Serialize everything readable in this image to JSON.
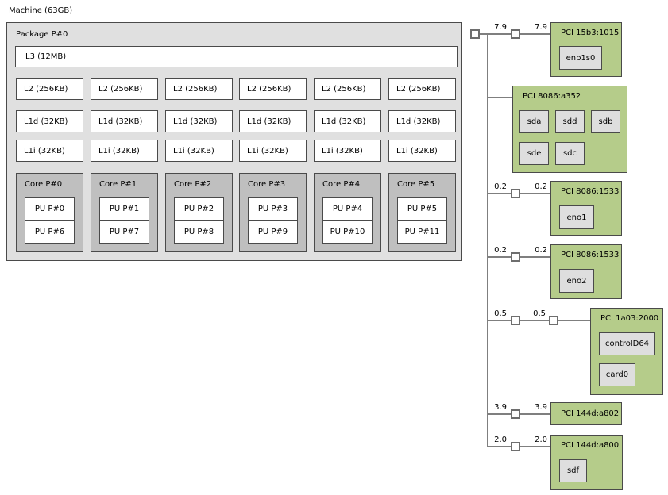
{
  "colors": {
    "pci_green": "#b5cc8a",
    "package_gray": "#e0e0e0",
    "core_gray": "#bfbfbf",
    "device_gray": "#dedede",
    "box_white": "#ffffff",
    "border_dark": "#4a4a4a",
    "line_gray": "#7f7f7f"
  },
  "machine": {
    "label": "Machine (63GB)"
  },
  "package": {
    "label": "Package P#0",
    "l3": "L3 (12MB)",
    "columns": [
      {
        "l2": "L2 (256KB)",
        "l1d": "L1d (32KB)",
        "l1i": "L1i (32KB)",
        "core": "Core P#0",
        "pu0": "PU P#0",
        "pu1": "PU P#6"
      },
      {
        "l2": "L2 (256KB)",
        "l1d": "L1d (32KB)",
        "l1i": "L1i (32KB)",
        "core": "Core P#1",
        "pu0": "PU P#1",
        "pu1": "PU P#7"
      },
      {
        "l2": "L2 (256KB)",
        "l1d": "L1d (32KB)",
        "l1i": "L1i (32KB)",
        "core": "Core P#2",
        "pu0": "PU P#2",
        "pu1": "PU P#8"
      },
      {
        "l2": "L2 (256KB)",
        "l1d": "L1d (32KB)",
        "l1i": "L1i (32KB)",
        "core": "Core P#3",
        "pu0": "PU P#3",
        "pu1": "PU P#9"
      },
      {
        "l2": "L2 (256KB)",
        "l1d": "L1d (32KB)",
        "l1i": "L1i (32KB)",
        "core": "Core P#4",
        "pu0": "PU P#4",
        "pu1": "PU P#10"
      },
      {
        "l2": "L2 (256KB)",
        "l1d": "L1d (32KB)",
        "l1i": "L1i (32KB)",
        "core": "Core P#5",
        "pu0": "PU P#5",
        "pu1": "PU P#11"
      }
    ]
  },
  "pci": {
    "devices": [
      {
        "label": "PCI 15b3:1015",
        "bw_left": "7.9",
        "bw_right": "7.9",
        "children": [
          "enp1s0"
        ]
      },
      {
        "label": "PCI 8086:a352",
        "children": [
          "sda",
          "sdd",
          "sdb",
          "sde",
          "sdc"
        ]
      },
      {
        "label": "PCI 8086:1533",
        "bw_left": "0.2",
        "bw_right": "0.2",
        "children": [
          "eno1"
        ]
      },
      {
        "label": "PCI 8086:1533",
        "bw_left": "0.2",
        "bw_right": "0.2",
        "children": [
          "eno2"
        ]
      },
      {
        "label": "PCI 1a03:2000",
        "bw_left": "0.5",
        "bw_right": "0.5",
        "children": [
          "controlD64",
          "card0"
        ]
      },
      {
        "label": "PCI 144d:a802",
        "bw_left": "3.9",
        "bw_right": "3.9",
        "children": []
      },
      {
        "label": "PCI 144d:a800",
        "bw_left": "2.0",
        "bw_right": "2.0",
        "children": [
          "sdf"
        ]
      }
    ]
  }
}
